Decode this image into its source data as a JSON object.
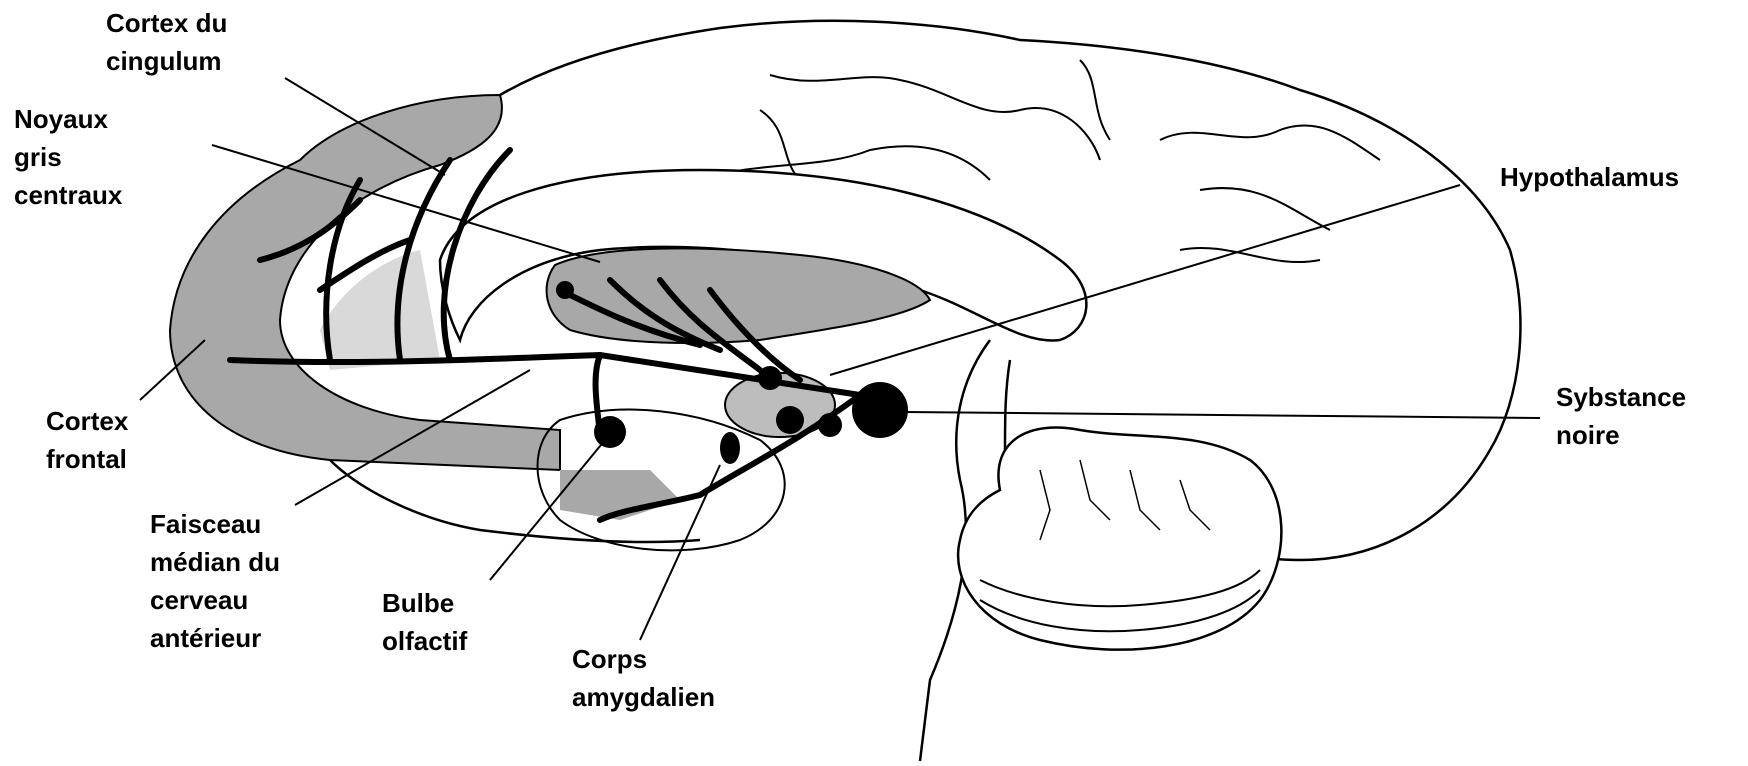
{
  "labels": {
    "cingulum": [
      "Cortex du",
      "cingulum"
    ],
    "basal_ganglia": [
      "Noyaux",
      "gris",
      "centraux"
    ],
    "hypothalamus": [
      "Hypothalamus"
    ],
    "substantia_nigra": [
      "Sybstance",
      "noire"
    ],
    "frontal": [
      "Cortex",
      "frontal"
    ],
    "forebrain_bundle": [
      "Faisceau",
      "médian du",
      "cerveau",
      "antérieur"
    ],
    "olfactory_bulb": [
      "Bulbe",
      "olfactif"
    ],
    "amygdala": [
      "Corps",
      "amygdalien"
    ]
  },
  "colors": {
    "outline": "#000000",
    "cortex_shading": "#a8a8a8",
    "light_shading": "#d9d9d9",
    "background": "#ffffff"
  }
}
